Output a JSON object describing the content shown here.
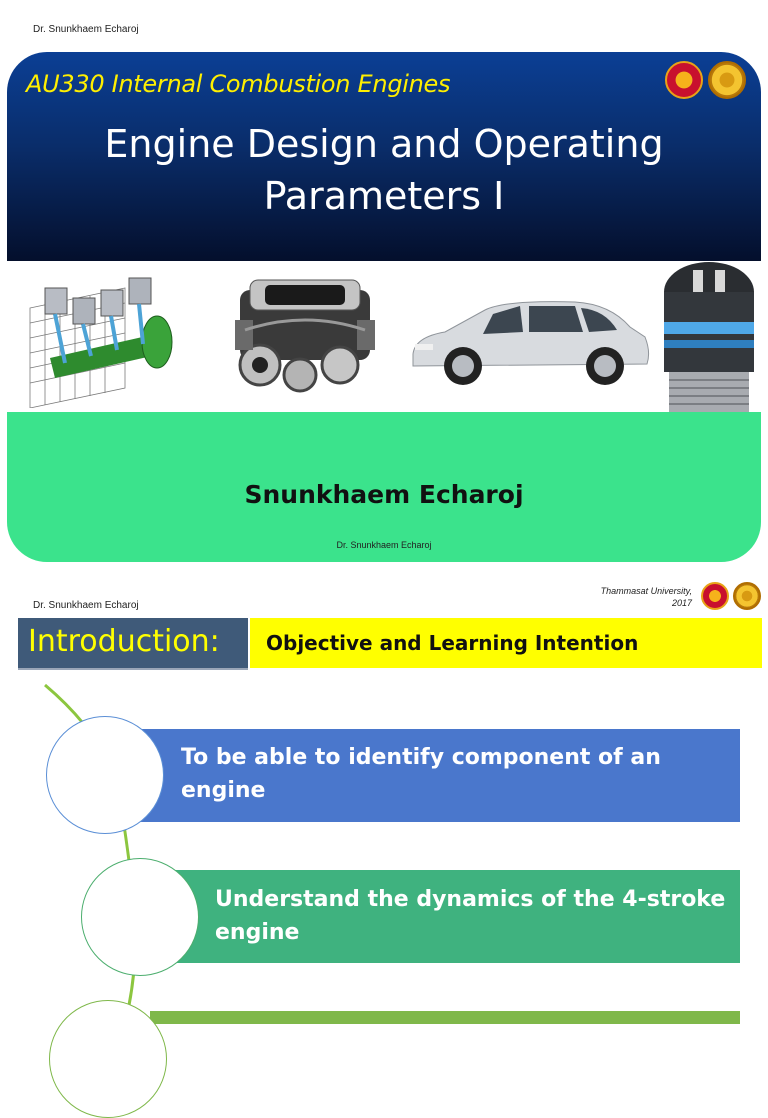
{
  "slide1": {
    "author_header": "Dr. Snunkhaem Echaroj",
    "course_title": "AU330 Internal Combustion Engines",
    "title_line1": "Engine Design and Operating",
    "title_line2": "Parameters I",
    "presenter": "Snunkhaem Echaroj",
    "footer_author": "Dr. Snunkhaem Echaroj",
    "images": [
      "engine-cutaway-diagram",
      "v8-engine",
      "silver-suv",
      "ev-charging-plug"
    ]
  },
  "slide2": {
    "author_header": "Dr. Snunkhaem Echaroj",
    "university_line1": "Thammasat University,",
    "university_line2": "2017",
    "section_label": "Introduction:",
    "section_subtitle": "Objective and Learning Intention",
    "objectives": [
      {
        "line1": "To be able to identify component of an",
        "line2": "engine",
        "color": "#4a77cc"
      },
      {
        "line1": "Understand the dynamics of the 4-stroke",
        "line2": "engine",
        "color": "#3fb27f"
      },
      {
        "line1": "",
        "line2": "",
        "color": "#7fb84a"
      }
    ]
  },
  "colors": {
    "banner_top": "#0b3f95",
    "course_yellow": "#ffef00",
    "panel_green": "#3be38c",
    "intro_blue": "#3f5a79",
    "highlight_yellow": "#ffff00",
    "curve_green": "#8cc63f"
  }
}
